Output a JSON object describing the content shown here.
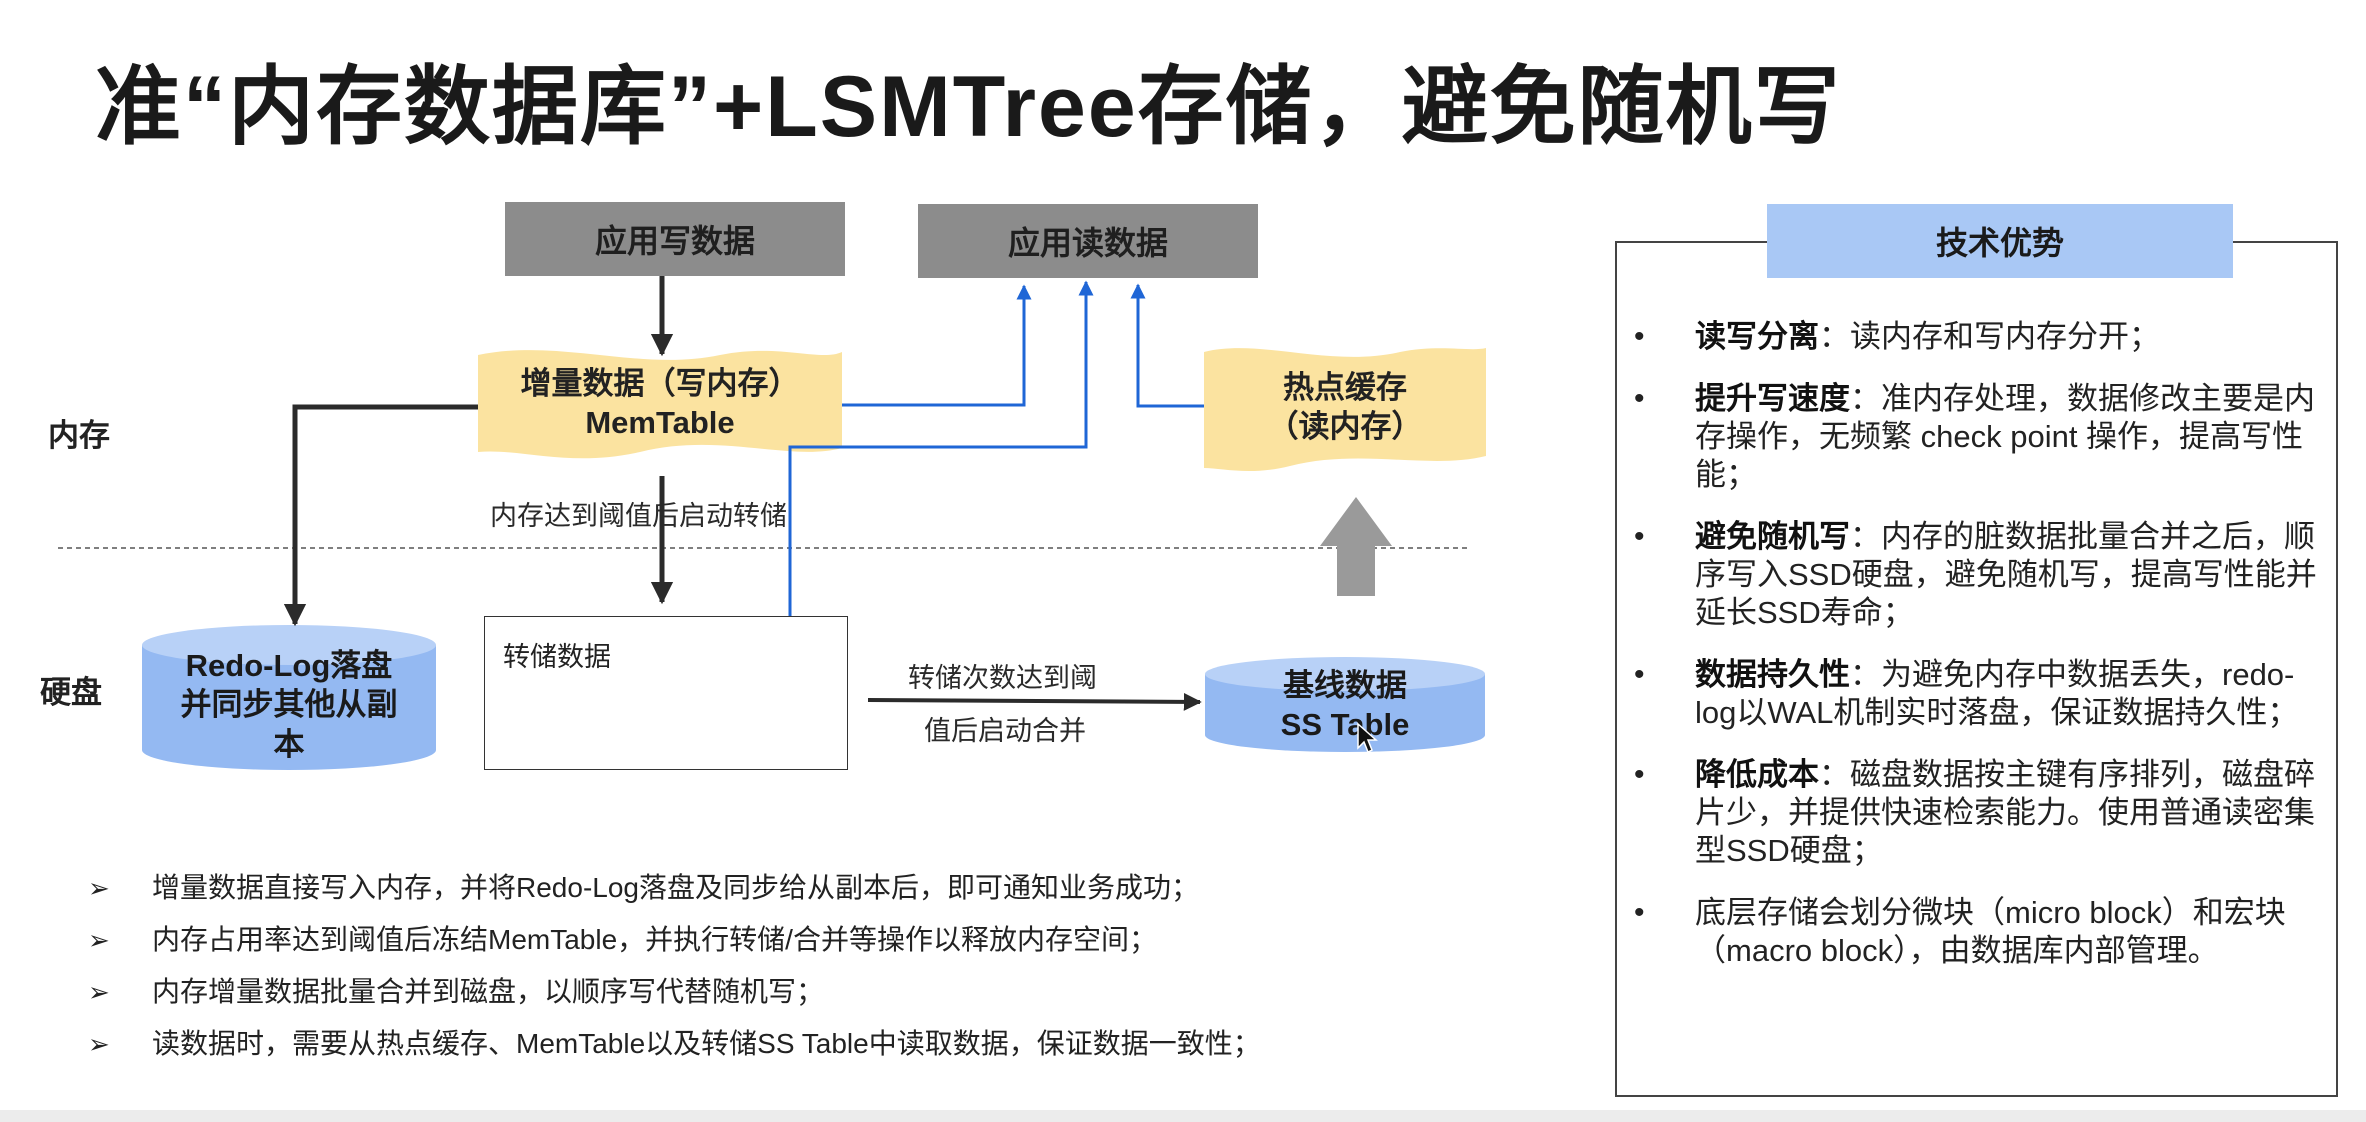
{
  "title": "准“内存数据库”+LSMTree存储，避免随机写",
  "diagram": {
    "regions": {
      "memory": "内存",
      "disk": "硬盘"
    },
    "app_write": "应用写数据",
    "app_read": "应用读数据",
    "memtable": {
      "line1": "增量数据（写内存）",
      "line2": "MemTable"
    },
    "hot_cache": {
      "line1": "热点缓存",
      "line2": "（读内存）"
    },
    "threshold_note": "内存达到阈值后启动转储",
    "redo_log": {
      "line1": "Redo-Log落盘",
      "line2": "并同步其他从副",
      "line3": "本"
    },
    "transfer_data": "转储数据",
    "merge_note": {
      "line1": "转储次数达到阈",
      "line2": "值后启动合并"
    },
    "baseline": {
      "line1": "基线数据",
      "line2": "SS Table"
    },
    "colors": {
      "banner": "#fbe3a0",
      "cylinder": "#94b9f2",
      "arrow_blue": "#1f66d6",
      "chevron": "#1760e6",
      "gray_box": "#8c8c8c"
    }
  },
  "bullets": [
    {
      "marker": "➢",
      "text": "增量数据直接写入内存，并将Redo-Log落盘及同步给从副本后，即可通知业务成功；"
    },
    {
      "marker": "➢",
      "text": "内存占用率达到阈值后冻结MemTable，并执行转储/合并等操作以释放内存空间；"
    },
    {
      "marker": "➢",
      "text": "内存增量数据批量合并到磁盘，以顺序写代替随机写；"
    },
    {
      "marker": "➢",
      "text": "读数据时，需要从热点缓存、MemTable以及转储SS Table中读取数据，保证数据一致性；"
    }
  ],
  "advantages": {
    "header": "技术优势",
    "items": [
      {
        "bullet": "•",
        "bold": "读写分离",
        "text": "：读内存和写内存分开；"
      },
      {
        "bullet": "•",
        "bold": "提升写速度",
        "text": "：准内存处理，数据修改主要是内存操作，无频繁 check point 操作，提高写性能；"
      },
      {
        "bullet": "•",
        "bold": "避免随机写",
        "text": "：内存的脏数据批量合并之后，顺序写入SSD硬盘，避免随机写，提高写性能并延长SSD寿命；"
      },
      {
        "bullet": "•",
        "bold": "数据持久性",
        "text": "：为避免内存中数据丢失，redo-log以WAL机制实时落盘，保证数据持久性；"
      },
      {
        "bullet": "•",
        "bold": "降低成本",
        "text": "：磁盘数据按主键有序排列，磁盘碎片少，并提供快速检索能力。使用普通读密集型SSD硬盘；"
      },
      {
        "bullet": "•",
        "bold": "",
        "text": "底层存储会划分微块（micro block）和宏块（macro block），由数据库内部管理。"
      }
    ]
  }
}
